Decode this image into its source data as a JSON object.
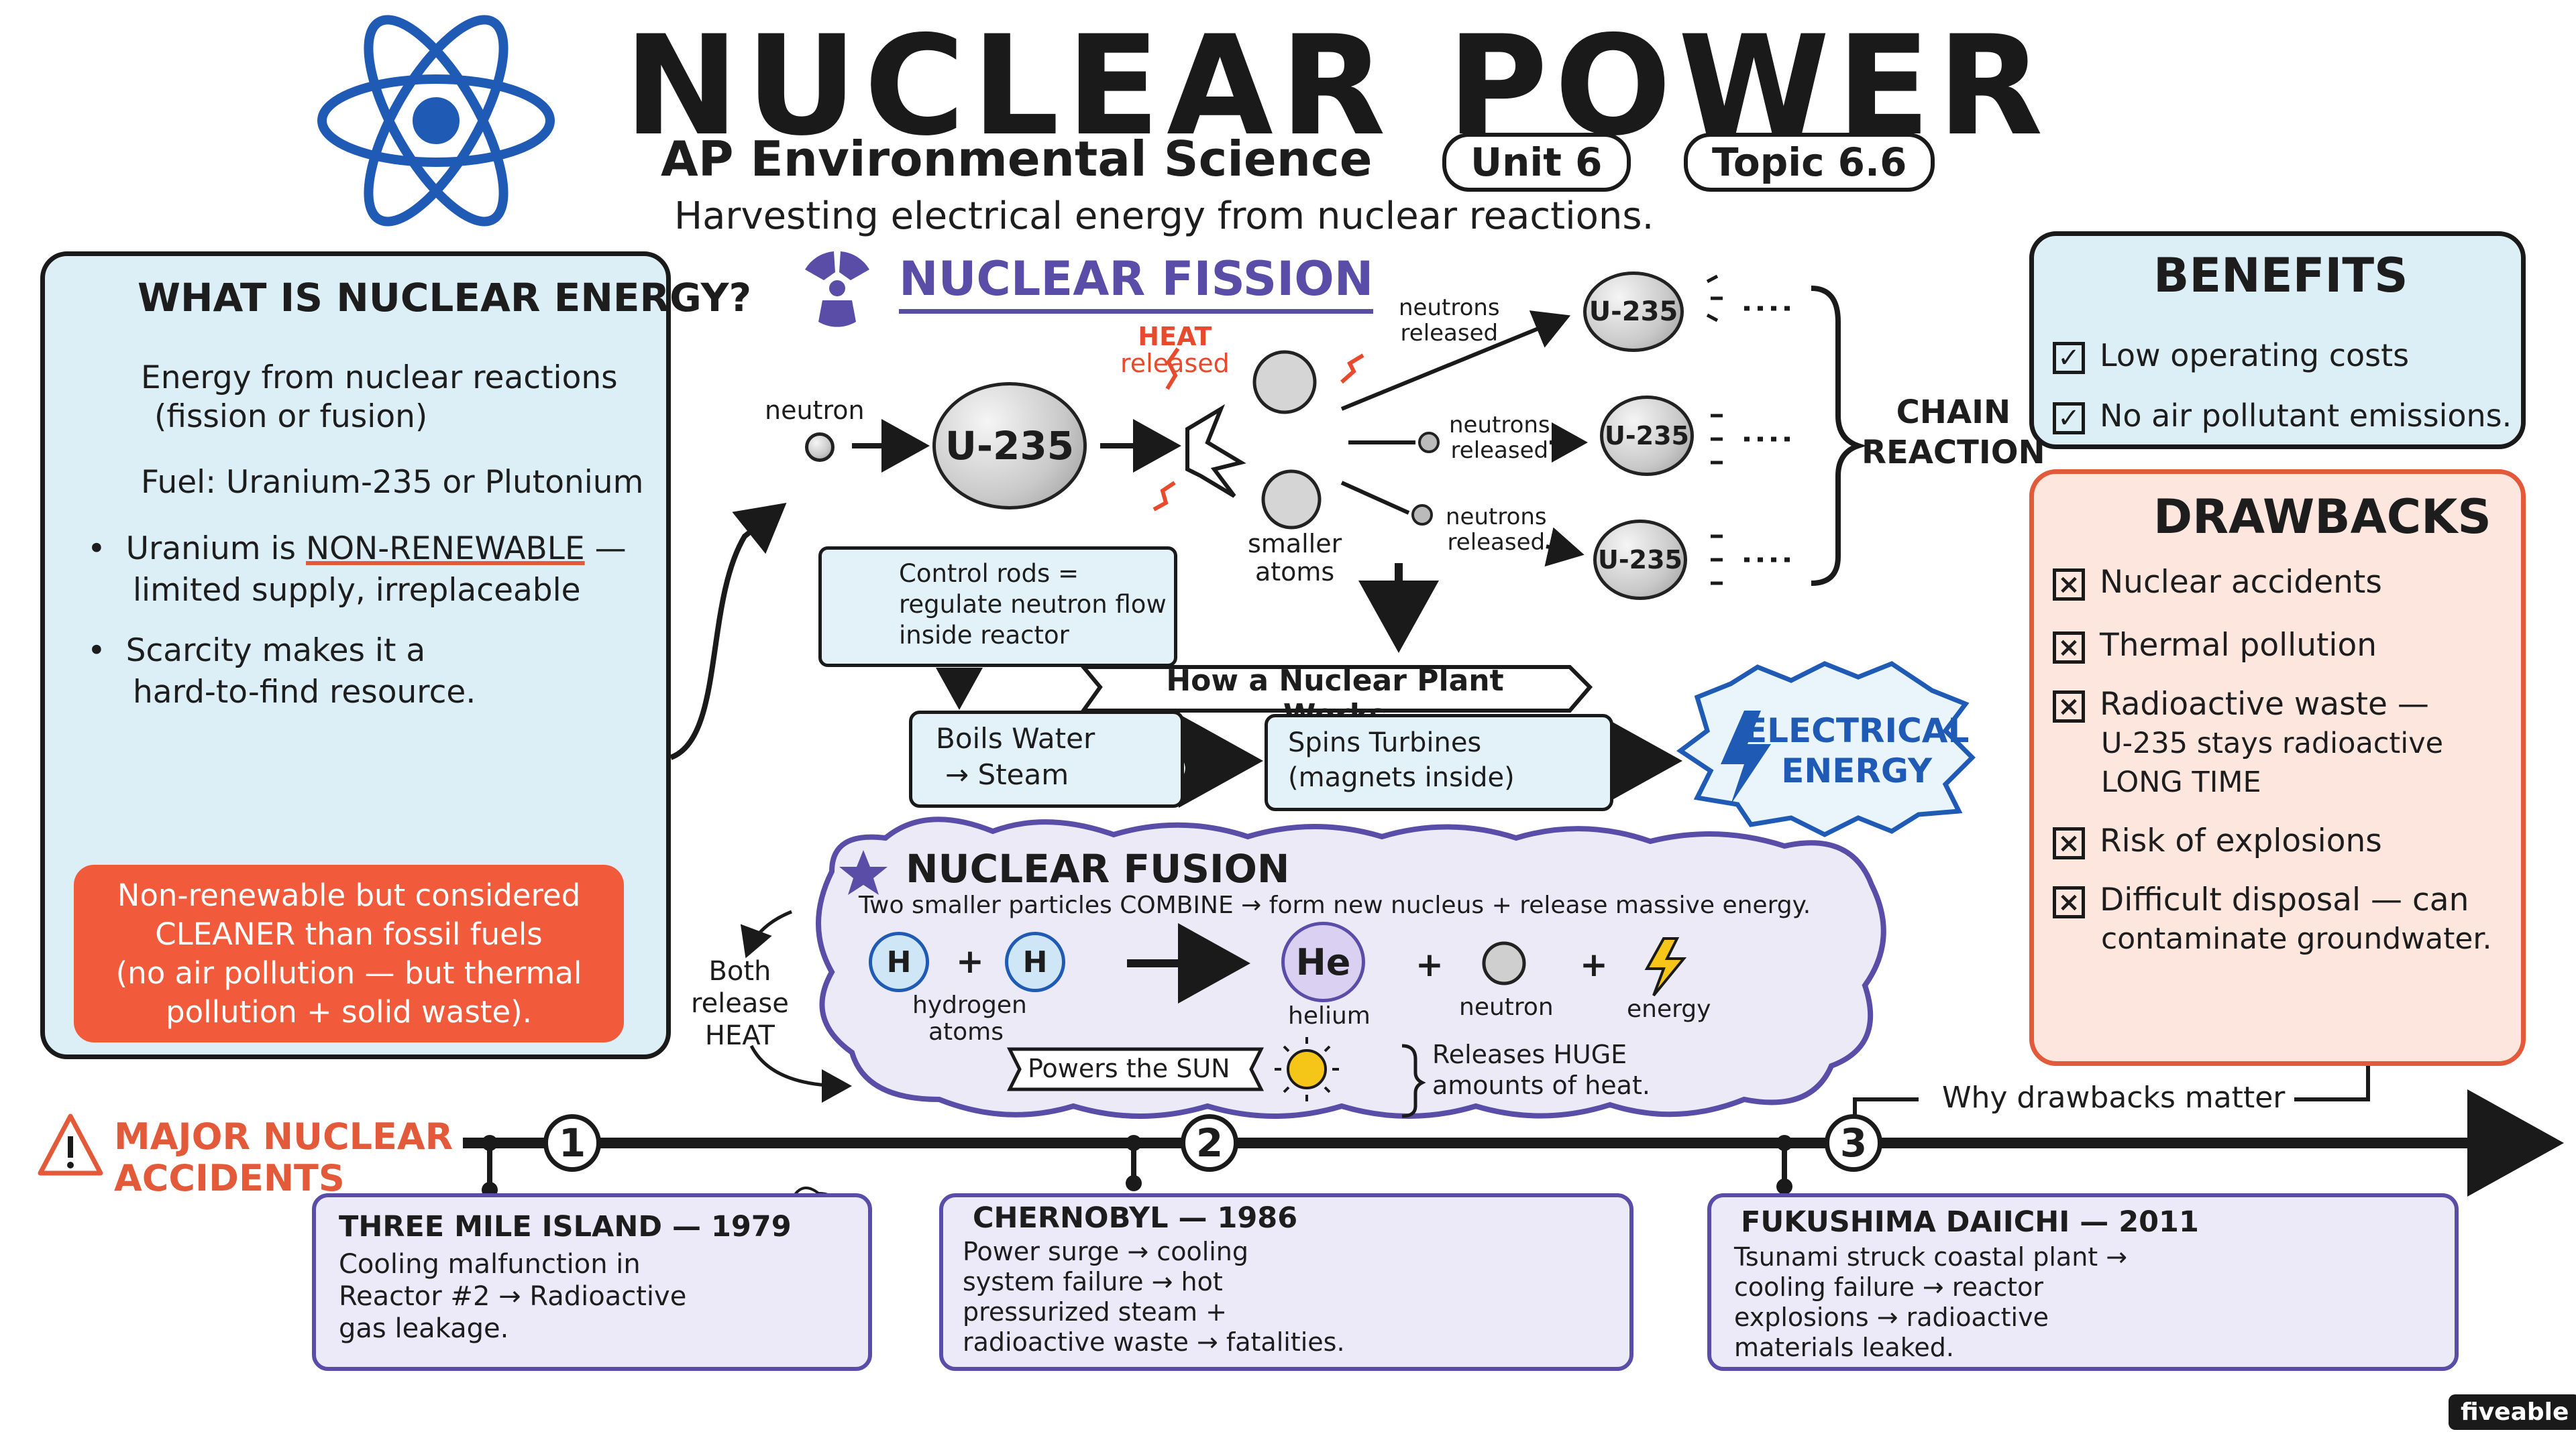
{
  "header": {
    "title": "NUCLEAR POWER",
    "subtitle": "AP Environmental Science",
    "unit": "Unit 6",
    "topic": "Topic 6.6",
    "tagline": "Harvesting electrical energy from nuclear reactions."
  },
  "what_is": {
    "heading": "WHAT IS NUCLEAR ENERGY?",
    "item1": "Energy from nuclear reactions",
    "item1b": "(fission or fusion)",
    "item2": "Fuel: Uranium-235 or Plutonium",
    "item3a": "Uranium is",
    "item3b": "NON-RENEWABLE",
    "item3c": "—",
    "item3d": "limited supply, irreplaceable",
    "item4a": "Scarcity makes it a",
    "item4b": "hard-to-find resource.",
    "callout1": "Non-renewable but considered",
    "callout2": "CLEANER than fossil fuels",
    "callout3": "(no air pollution — but thermal",
    "callout4": "pollution + solid waste)."
  },
  "fission": {
    "heading": "NUCLEAR FISSION",
    "neutron": "neutron",
    "u235": "U-235",
    "heat1": "HEAT",
    "heat2": "released",
    "smaller1": "smaller",
    "smaller2": "atoms",
    "nr1a": "neutrons",
    "nr1b": "released",
    "nr2a": "neutrons",
    "nr2b": "released",
    "nr3a": "neutrons",
    "nr3b": "released",
    "chain1": "CHAIN",
    "chain2": "REACTION",
    "rods1": "Control rods =",
    "rods2": "regulate neutron flow",
    "rods3": "inside reactor"
  },
  "plant": {
    "banner": "How a Nuclear Plant Works",
    "boils1": "Boils Water",
    "boils2": "→ Steam",
    "spins1": "Spins Turbines",
    "spins2": "(magnets inside)",
    "elec1": "ELECTRICAL",
    "elec2": "ENERGY"
  },
  "fusion": {
    "heading": "NUCLEAR FUSION",
    "desc": "Two smaller particles COMBINE → form new nucleus + release massive energy.",
    "h": "H",
    "he": "He",
    "hydrogen1": "hydrogen",
    "hydrogen2": "atoms",
    "helium": "helium",
    "neutron": "neutron",
    "energy": "energy",
    "plus": "+",
    "sun": "Powers the SUN",
    "releases1": "Releases HUGE",
    "releases2": "amounts of heat.",
    "both1": "Both",
    "both2": "release",
    "both3": "HEAT"
  },
  "benefits": {
    "heading": "BENEFITS",
    "items": [
      "Low operating costs",
      "No air pollutant emissions."
    ]
  },
  "drawbacks": {
    "heading": "DRAWBACKS",
    "d1": "Nuclear accidents",
    "d2": "Thermal pollution",
    "d3a": "Radioactive waste —",
    "d3b": "U-235 stays radioactive",
    "d3c": "LONG TIME",
    "d4": "Risk of explosions",
    "d5a": "Difficult disposal — can",
    "d5b": "contaminate groundwater."
  },
  "accidents": {
    "heading1": "MAJOR NUCLEAR",
    "heading2": "ACCIDENTS",
    "why": "Why drawbacks matter",
    "n1": "1",
    "n2": "2",
    "n3": "3",
    "a1_title": "THREE MILE ISLAND — 1979",
    "a1_l1": "Cooling malfunction in",
    "a1_l2": "Reactor #2 → Radioactive",
    "a1_l3": "gas leakage.",
    "a2_title": "CHERNOBYL — 1986",
    "a2_l1": "Power surge → cooling",
    "a2_l2": "system failure → hot",
    "a2_l3": "pressurized steam +",
    "a2_l4": "radioactive waste → fatalities.",
    "a3_title": "FUKUSHIMA DAIICHI — 2011",
    "a3_l1": "Tsunami struck coastal plant →",
    "a3_l2": "cooling failure → reactor",
    "a3_l3": "explosions → radioactive",
    "a3_l4": "materials leaked."
  },
  "brand": "fiveable",
  "colors": {
    "accent_purple": "#5a4da8",
    "accent_red": "#f25a3c",
    "panel_blue": "#dceff7",
    "atom_blue": "#1f5bb5"
  }
}
